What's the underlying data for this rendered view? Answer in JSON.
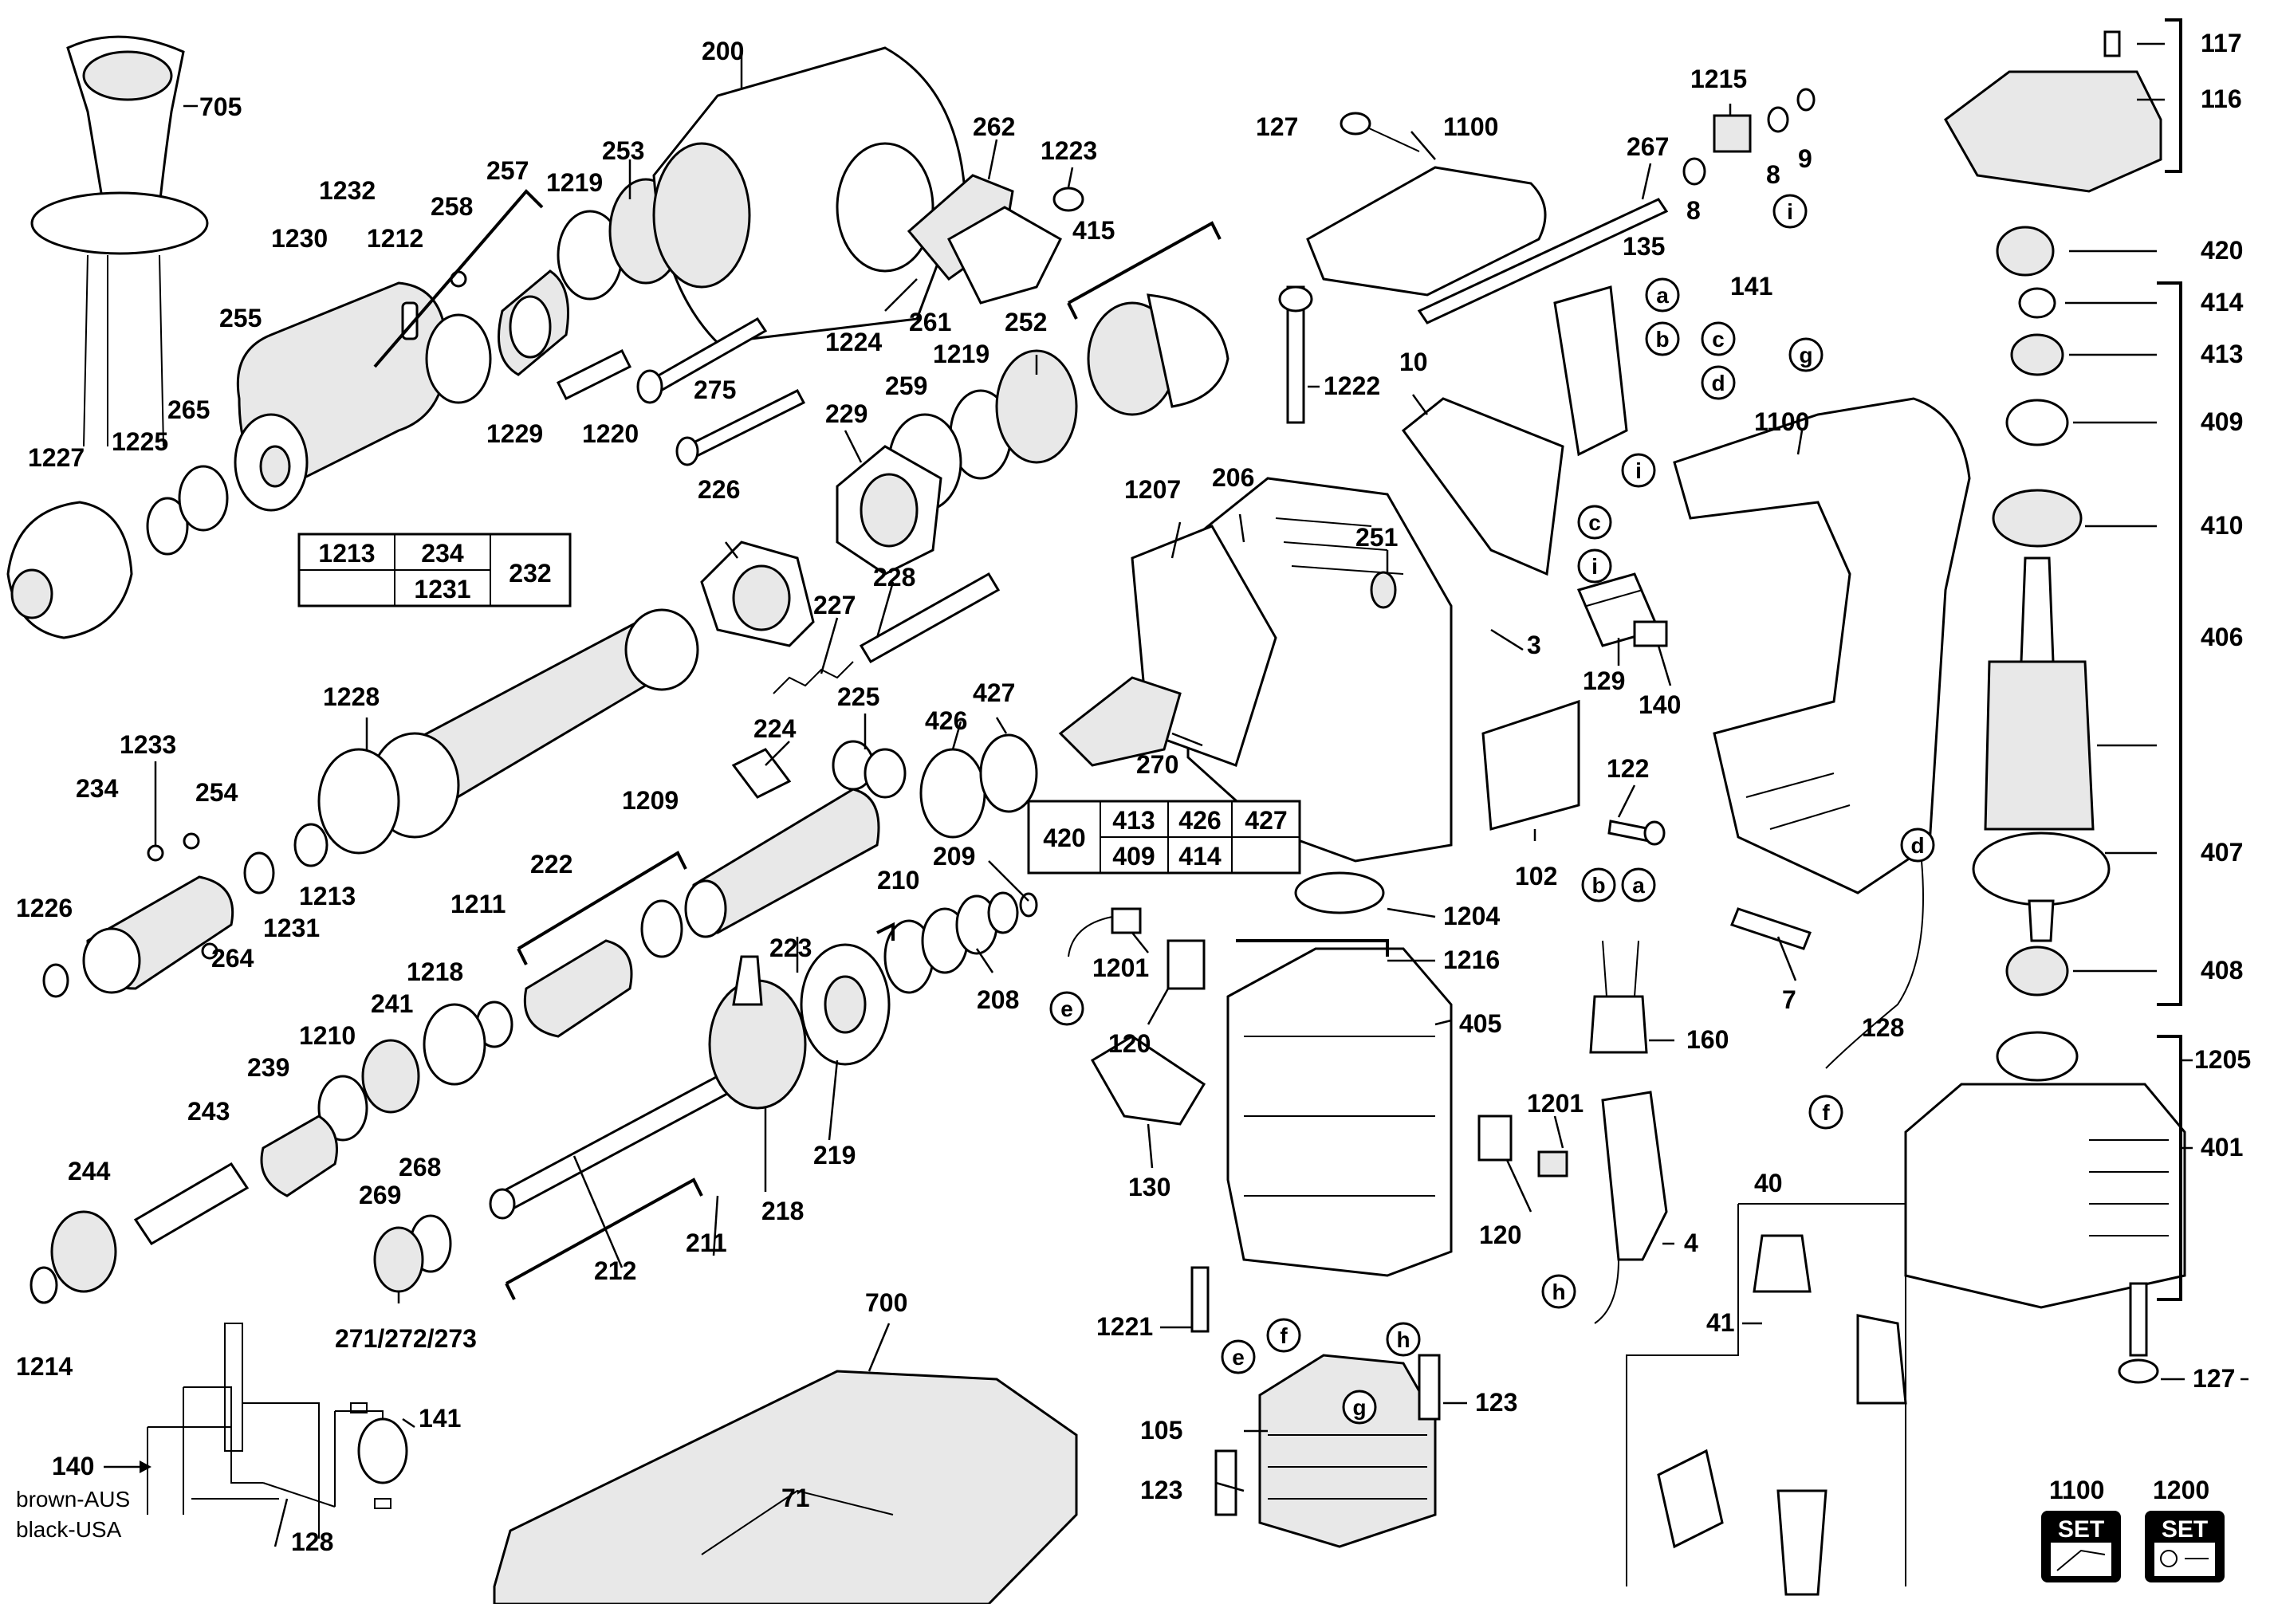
{
  "parts": {
    "p705": "705",
    "p200": "200",
    "p253": "253",
    "p257": "257",
    "p1219a": "1219",
    "p258": "258",
    "p1232": "1232",
    "p1230": "1230",
    "p1212": "1212",
    "p255": "255",
    "p265": "265",
    "p1225": "1225",
    "p1227": "1227",
    "p1229": "1229",
    "p1220": "1220",
    "p262": "262",
    "p1223": "1223",
    "p1224": "1224",
    "p261": "261",
    "p1219b": "1219",
    "p252": "252",
    "p415": "415",
    "p275": "275",
    "p229": "229",
    "p259": "259",
    "p226": "226",
    "p232": "232",
    "p1228": "1228",
    "p227": "227",
    "p228": "228",
    "p1233": "1233",
    "p254": "254",
    "p234": "234",
    "p1226": "1226",
    "p1231": "1231",
    "p1213": "1213",
    "p264": "264",
    "p225": "225",
    "p224": "224",
    "p426": "426",
    "p427": "427",
    "p222": "222",
    "p1209": "1209",
    "p1211": "1211",
    "p223": "223",
    "p209": "209",
    "p210": "210",
    "p208": "208",
    "p1218": "1218",
    "p241": "241",
    "p1210": "1210",
    "p239": "239",
    "p243": "243",
    "p244": "244",
    "p268": "268",
    "p269": "269",
    "p219": "219",
    "p218": "218",
    "p212": "212",
    "p211": "211",
    "p271": "271/272/273",
    "p1214": "1214",
    "p141b": "141",
    "p140b": "140",
    "p128b": "128",
    "p700": "700",
    "p71": "71",
    "p127a": "127",
    "p1100a": "1100",
    "p267": "267",
    "p1215": "1215",
    "p8a": "8",
    "p9": "9",
    "p8b": "8",
    "p141": "141",
    "p135": "135",
    "p1222": "1222",
    "p206": "206",
    "p10": "10",
    "p1207": "1207",
    "p251": "251",
    "p270": "270",
    "p3": "3",
    "p129": "129",
    "p140": "140",
    "p122": "122",
    "p102": "102",
    "p1100b": "1100",
    "p1204": "1204",
    "p1216": "1216",
    "p405": "405",
    "p1201a": "1201",
    "p120a": "120",
    "p130": "130",
    "p1201b": "1201",
    "p120b": "120",
    "p1221": "1221",
    "p105": "105",
    "p123a": "123",
    "p123b": "123",
    "p160": "160",
    "p4": "4",
    "p7": "7",
    "p128": "128",
    "p40": "40",
    "p41": "41",
    "p117": "117",
    "p116": "116",
    "p420": "420",
    "p414": "414",
    "p413": "413",
    "p409": "409",
    "p410": "410",
    "p406": "406",
    "p407": "407",
    "p408": "408",
    "p1205": "1205",
    "p401": "401",
    "p127b": "127",
    "p1100set": "1100",
    "p1200set": "1200"
  },
  "tables": {
    "t1": {
      "c1": "1213",
      "c2": "234",
      "c3": "1231",
      "c4": "232"
    },
    "t2": {
      "c1": "420",
      "c2": "413",
      "c3": "426",
      "c4": "427",
      "c5": "409",
      "c6": "414"
    }
  },
  "connectors": {
    "a1": "a",
    "b1": "b",
    "c1": "c",
    "d1": "d",
    "i1": "i",
    "g1": "g",
    "i2": "i",
    "c2": "c",
    "i3": "i",
    "b2": "b",
    "a2": "a",
    "d2": "d",
    "f1": "f",
    "e1": "e",
    "h1": "h",
    "e2": "e",
    "f2": "f",
    "g2": "g",
    "h2": "h"
  },
  "wiring": {
    "brown": "brown-AUS",
    "black": "black-USA"
  },
  "sets": {
    "set1": "SET",
    "set2": "SET"
  }
}
